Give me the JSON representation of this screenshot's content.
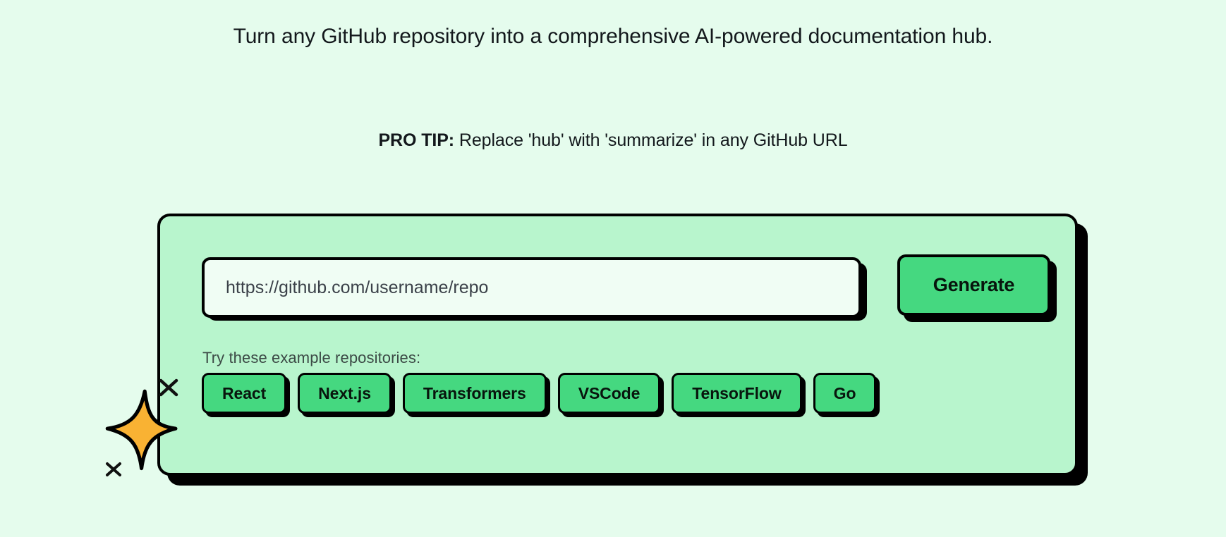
{
  "page": {
    "background_color": "#e5fced"
  },
  "hero": {
    "tagline": "Turn any GitHub repository into a comprehensive AI-powered documentation hub."
  },
  "protip": {
    "label": "PRO TIP:",
    "text": " Replace 'hub' with 'summarize' in any GitHub URL"
  },
  "card": {
    "background_color": "#b8f5cd",
    "border_color": "#000000",
    "input": {
      "value": "",
      "placeholder": "https://github.com/username/repo",
      "background_color": "#f0fdf4"
    },
    "generate_button": {
      "label": "Generate",
      "color": "#45d880"
    },
    "examples": {
      "label": "Try these example repositories:",
      "chip_color": "#45d880",
      "items": [
        {
          "label": "React"
        },
        {
          "label": "Next.js"
        },
        {
          "label": "Transformers"
        },
        {
          "label": "VSCode"
        },
        {
          "label": "TensorFlow"
        },
        {
          "label": "Go"
        }
      ]
    }
  },
  "decoration": {
    "star_icon": "four-point-star",
    "star_color": "#f9b233",
    "sparkle_plus_1": "plus-sparkle",
    "sparkle_plus_2": "plus-sparkle"
  }
}
